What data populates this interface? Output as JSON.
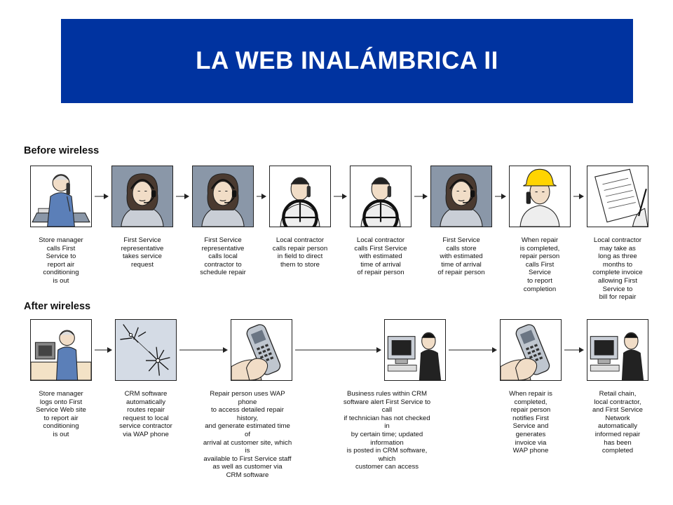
{
  "slide": {
    "title": "LA WEB INALÁMBRICA II"
  },
  "before": {
    "label": "Before wireless",
    "steps": [
      {
        "caption": "Store manager\ncalls First\nService to\nreport air\nconditioning\nis out",
        "icon": "store-manager-phone-icon"
      },
      {
        "caption": "First Service\nrepresentative\ntakes service\nrequest",
        "icon": "headset-representative-icon"
      },
      {
        "caption": "First Service\nrepresentative\ncalls local\ncontractor to\nschedule repair",
        "icon": "headset-representative-icon"
      },
      {
        "caption": "Local contractor\ncalls repair person\nin field to direct\nthem to store",
        "icon": "contractor-driving-phone-icon"
      },
      {
        "caption": "Local contractor\ncalls First Service\nwith estimated\ntime of arrival\nof repair person",
        "icon": "contractor-driving-phone-icon"
      },
      {
        "caption": "First Service\ncalls store\nwith estimated\ntime of arrival\nof repair person",
        "icon": "headset-representative-icon"
      },
      {
        "caption": "When repair\nis completed,\nrepair person\ncalls First\nService\nto report\ncompletion",
        "icon": "hardhat-worker-phone-icon"
      },
      {
        "caption": "Local contractor\nmay take as\nlong as three\nmonths to\ncomplete invoice\nallowing First\nService to\nbill for repair",
        "icon": "invoice-writing-icon"
      }
    ]
  },
  "after": {
    "label": "After wireless",
    "steps": [
      {
        "caption": "Store manager\nlogs onto First\nService Web site\nto report air\nconditioning\nis out",
        "icon": "manager-computer-icon"
      },
      {
        "caption": "CRM software\nautomatically\nroutes repair\nrequest to local\nservice contractor\nvia WAP phone",
        "icon": "network-burst-icon"
      },
      {
        "caption": "Repair person uses WAP phone\nto access detailed repair history,\nand generate estimated time of\narrival at customer site, which is\navailable to First Service staff\nas well as customer via\nCRM software",
        "icon": "wap-phone-hand-icon"
      },
      {
        "caption": "Business rules within CRM\nsoftware alert First Service to call\nif technician has not checked in\nby certain time; updated information\nis posted in CRM software, which\ncustomer can access",
        "icon": "person-at-computer-icon"
      },
      {
        "caption": "When repair is\ncompleted,\nrepair person\nnotifies First\nService and\ngenerates\ninvoice via\nWAP phone",
        "icon": "wap-phone-hand-icon"
      },
      {
        "caption": "Retail chain,\nlocal contractor,\nand First Service\nNetwork\nautomatically\ninformed repair\nhas been\ncompleted",
        "icon": "person-at-computer-icon"
      }
    ]
  },
  "colors": {
    "banner": "#0033a0",
    "title_text": "#ffffff",
    "panel_fill": "#8a97a8",
    "panel_line": "#222222"
  }
}
